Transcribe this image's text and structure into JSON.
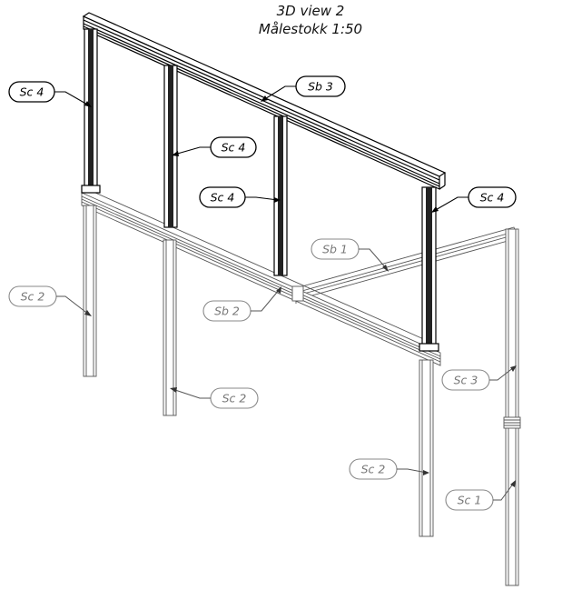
{
  "drawing": {
    "title": "3D view 2",
    "scale": "Målestokk 1:50"
  },
  "tags": [
    {
      "label": "Sc 4",
      "tone": "dark"
    },
    {
      "label": "Sb 3",
      "tone": "dark"
    },
    {
      "label": "Sc 4",
      "tone": "dark"
    },
    {
      "label": "Sc 4",
      "tone": "dark"
    },
    {
      "label": "Sc 4",
      "tone": "dark"
    },
    {
      "label": "Sb 1",
      "tone": "light"
    },
    {
      "label": "Sc 2",
      "tone": "light"
    },
    {
      "label": "Sb 2",
      "tone": "light"
    },
    {
      "label": "Sc 2",
      "tone": "light"
    },
    {
      "label": "Sc 3",
      "tone": "light"
    },
    {
      "label": "Sc 2",
      "tone": "light"
    },
    {
      "label": "Sc 1",
      "tone": "light"
    }
  ],
  "colors": {
    "highlight": "#000000",
    "context": "#777777"
  }
}
